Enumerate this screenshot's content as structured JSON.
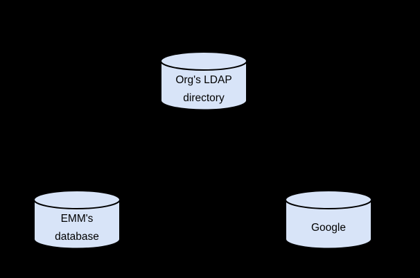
{
  "diagram": {
    "background_color": "#000000",
    "node_fill_color": "#d8e4f8",
    "node_stroke_color": "#000000",
    "label_color": "#000000",
    "nodes": [
      {
        "id": "orgs-ldap-directory",
        "shape": "database-cylinder",
        "label": "Org's LDAP\ndirectory"
      },
      {
        "id": "emms-database",
        "shape": "database-cylinder",
        "label": "EMM's\ndatabase"
      },
      {
        "id": "google",
        "shape": "database-cylinder",
        "label": "Google"
      }
    ]
  }
}
